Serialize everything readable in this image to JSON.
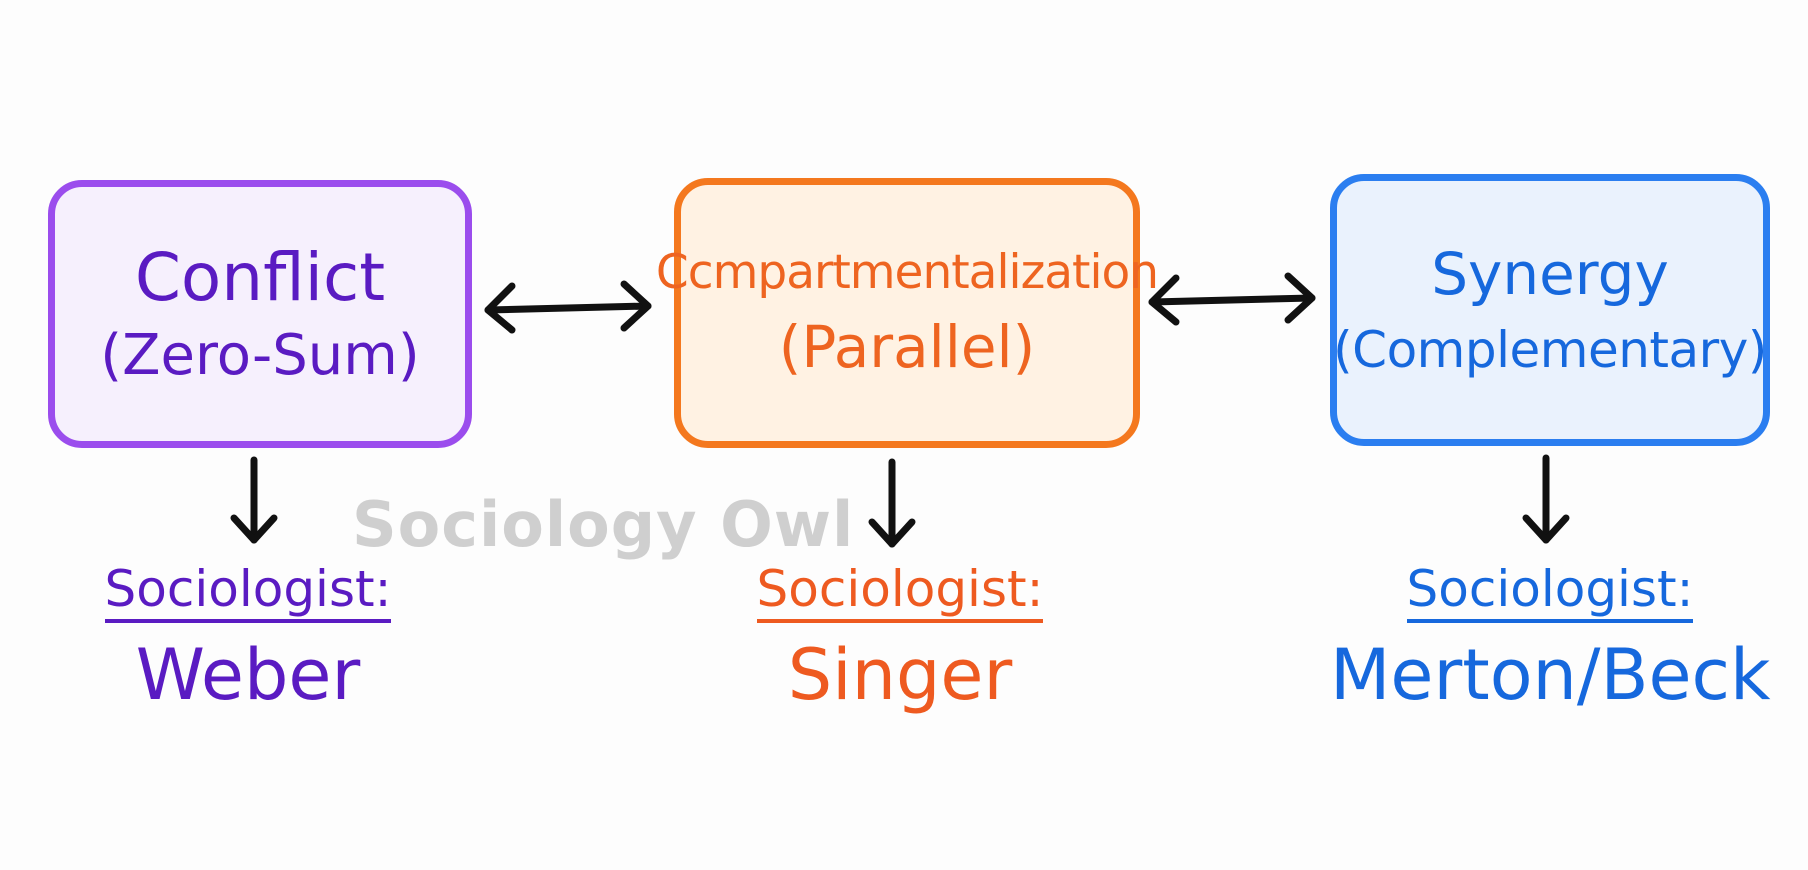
{
  "boxes": [
    {
      "id": "conflict",
      "title": "Conflict",
      "subtitle": "(Zero-Sum)",
      "sociologist_label": "Sociologist:",
      "sociologist": "Weber",
      "color": "#9b4ded"
    },
    {
      "id": "compartmentalization",
      "title": "Ccmpartmentalization",
      "subtitle": "(Parallel)",
      "sociologist_label": "Sociologist:",
      "sociologist": "Singer",
      "color": "#f4781e"
    },
    {
      "id": "synergy",
      "title": "Synergy",
      "subtitle": "(Complementary)",
      "sociologist_label": "Sociologist:",
      "sociologist": "Merton/Beck",
      "color": "#2b7ef0"
    }
  ],
  "watermark": "Sociology Owl",
  "arrow_color": "#111111"
}
